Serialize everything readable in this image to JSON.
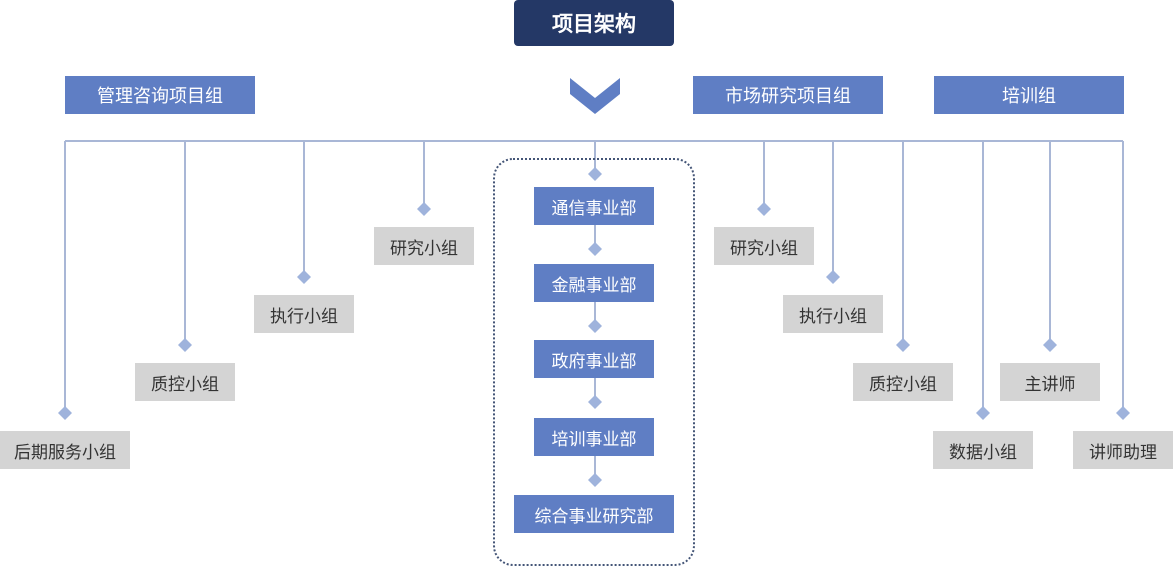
{
  "title": "项目架构",
  "groups": {
    "management": "管理咨询项目组",
    "market": "市场研究项目组",
    "training": "培训组"
  },
  "left_subgroups": [
    "后期服务小组",
    "质控小组",
    "执行小组",
    "研究小组"
  ],
  "center_departments": [
    "通信事业部",
    "金融事业部",
    "政府事业部",
    "培训事业部",
    "综合事业研究部"
  ],
  "right_subgroups": [
    "研究小组",
    "执行小组",
    "质控小组",
    "数据小组",
    "主讲师",
    "讲师助理"
  ],
  "colors": {
    "title_bg": "#243866",
    "group_bg": "#5f7ec4",
    "subgroup_bg": "#d4d4d4",
    "connector": "#a9b7d6",
    "diamond": "#9fb3dc"
  }
}
